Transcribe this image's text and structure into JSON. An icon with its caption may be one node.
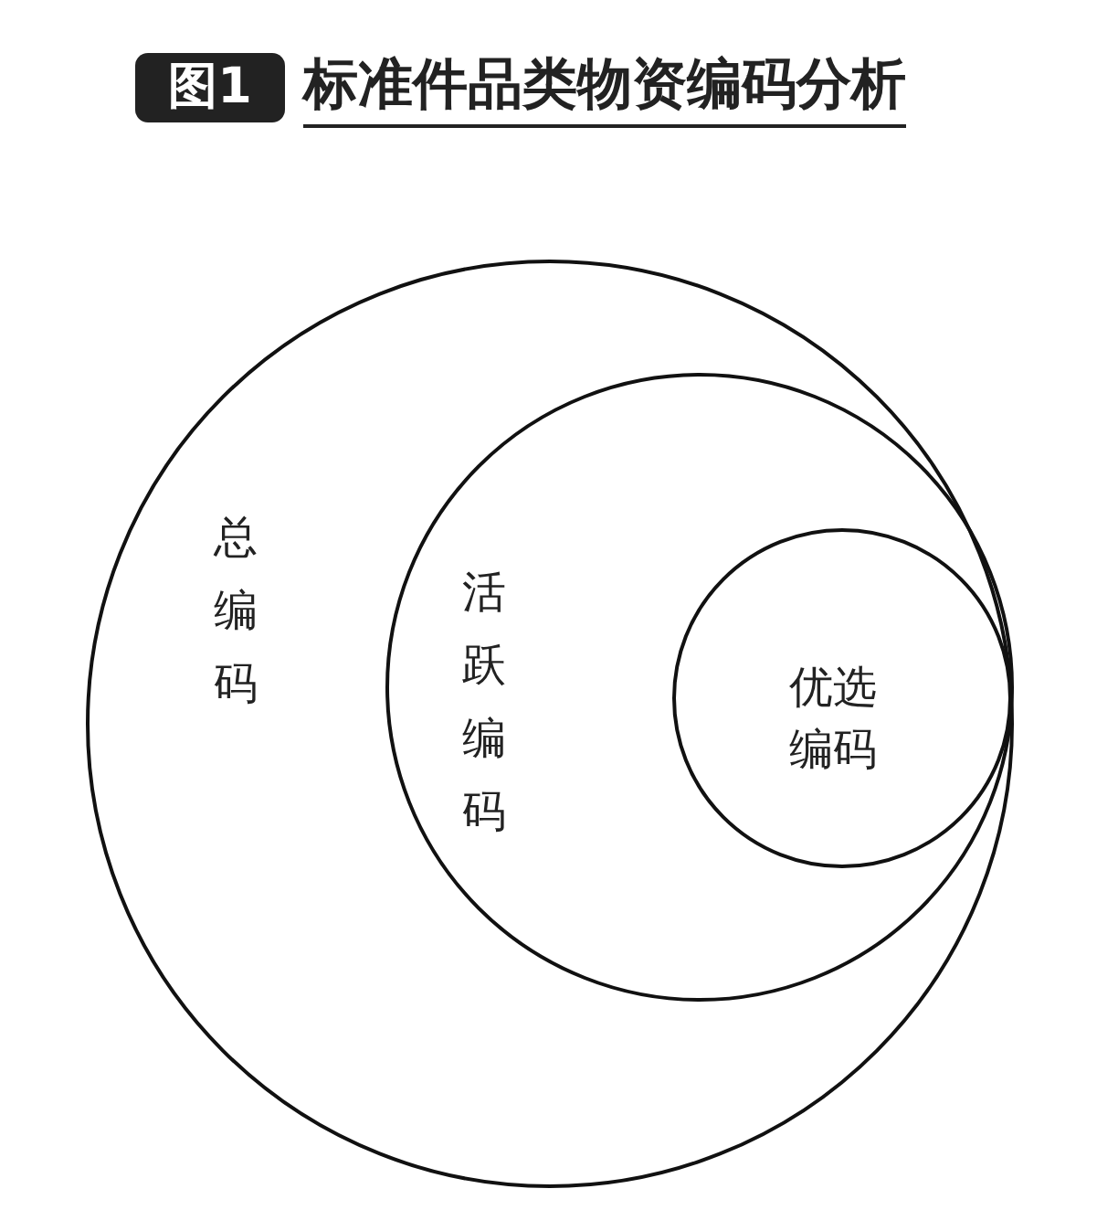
{
  "diagram": {
    "title": "标准件品类物资编码分析",
    "labels": [
      "图1"
    ],
    "nodes": [
      {
        "text": [
          "总编码"
        ]
      },
      {
        "text": [
          "活跃编码"
        ],
        "in": 0
      },
      {
        "text": [
          "优选编码"
        ],
        "in": 1
      }
    ]
  }
}
